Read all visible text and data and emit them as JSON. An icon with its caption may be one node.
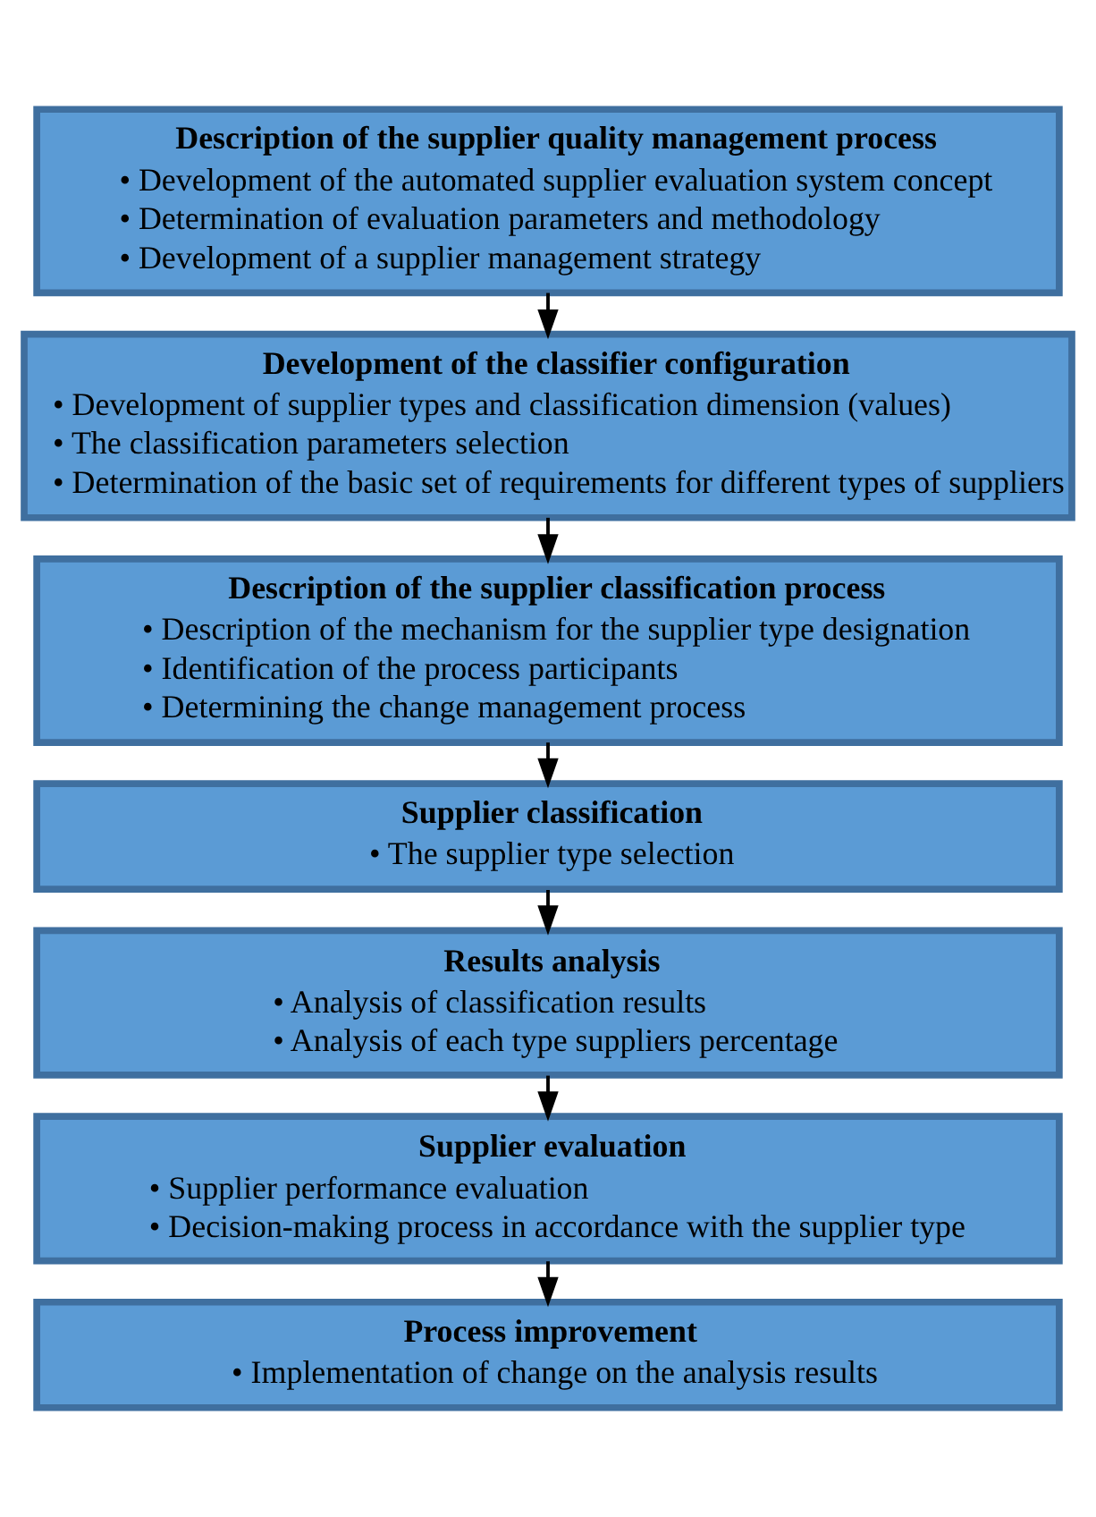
{
  "diagram": {
    "nodes": [
      {
        "text": [
          "Description of the supplier quality management process",
          "• Development of the automated supplier evaluation system concept",
          "• Determination of evaluation parameters and methodology",
          "• Development of a supplier management strategy"
        ]
      },
      {
        "text": [
          "Development of the classifier configuration",
          "• Development of supplier types and classification dimension (values)",
          "• The classification parameters selection",
          "• Determination of the basic set of requirements for different types of suppliers"
        ]
      },
      {
        "text": [
          "Description of the supplier classification process",
          "• Description of the mechanism for the supplier type designation",
          "• Identification of the process participants",
          "• Determining the change management process"
        ]
      },
      {
        "text": [
          "Supplier classification",
          "• The supplier type selection"
        ]
      },
      {
        "text": [
          "Results analysis",
          "• Analysis of classification results",
          "• Analysis of each type suppliers percentage"
        ]
      },
      {
        "text": [
          "Supplier evaluation",
          "• Supplier performance evaluation",
          "• Decision-making process in accordance with the supplier type"
        ]
      },
      {
        "text": [
          "Process improvement",
          "• Implementation of change on the analysis results"
        ]
      }
    ],
    "edges": [
      {
        "from": 0,
        "to": 1,
        "arrow": "to"
      },
      {
        "from": 1,
        "to": 2,
        "arrow": "to"
      },
      {
        "from": 2,
        "to": 3,
        "arrow": "to"
      },
      {
        "from": 3,
        "to": 4,
        "arrow": "to"
      },
      {
        "from": 4,
        "to": 5,
        "arrow": "to"
      },
      {
        "from": 5,
        "to": 6,
        "arrow": "to"
      }
    ]
  }
}
